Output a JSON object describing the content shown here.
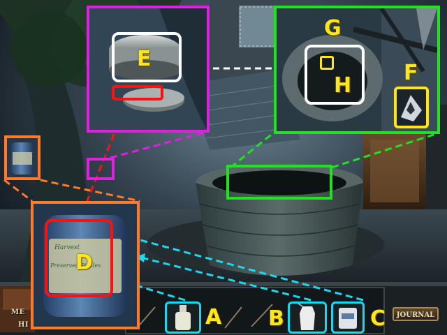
{
  "hud": {
    "menu_label": "ME",
    "hint_label": "HI",
    "journal_label": "JOURNAL"
  },
  "callouts": {
    "a": "A",
    "b": "B",
    "c": "C",
    "d": "D",
    "e": "E",
    "f": "F",
    "g": "G",
    "h": "H"
  },
  "jar": {
    "label_line1": "Harvest",
    "label_line2": "Preserved Pickles"
  },
  "colors": {
    "cyan": "#19d8f0",
    "red": "#ff1010",
    "orange": "#ff7a2a",
    "magenta": "#e020e0",
    "green": "#22e022",
    "yellow": "#ffe61a",
    "white": "#ffffff"
  }
}
